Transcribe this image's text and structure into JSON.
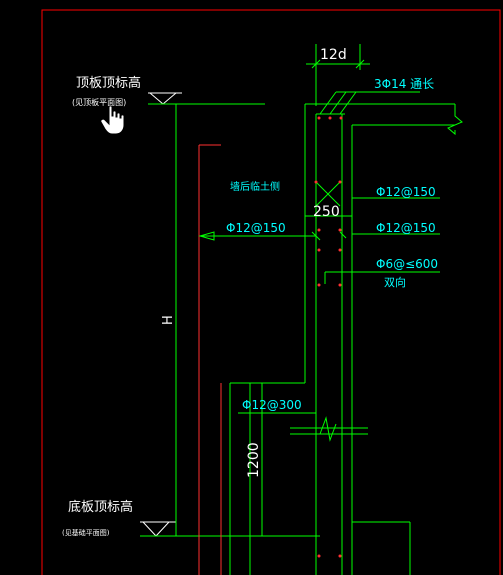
{
  "drawing": {
    "labels": {
      "top_slab_elevation": "顶板顶标高",
      "top_slab_note": "(见顶板平面图)",
      "bottom_slab_elevation": "底板顶标高",
      "bottom_slab_note": "(见基础平面图)",
      "dim_12d": "12d",
      "top_bars": "3Φ14 通长",
      "pour_note": "墙后临土侧",
      "dim_250": "250",
      "rebar_right_1": "Φ12@150",
      "rebar_right_2": "Φ12@150",
      "rebar_left": "Φ12@150",
      "tie_bar": "Φ6@≤600",
      "tie_bar_note": "双向",
      "dim_H": "H",
      "rebar_300": "Φ12@300",
      "dim_1200": "1200"
    },
    "colors": {
      "background": "#000000",
      "frame": "#ff0000",
      "lines_green": "#00ff00",
      "lines_red": "#ff3030",
      "text_white": "#ffffff",
      "text_cyan": "#00ffff"
    },
    "cursor_icon": "hand-pointer-icon"
  }
}
